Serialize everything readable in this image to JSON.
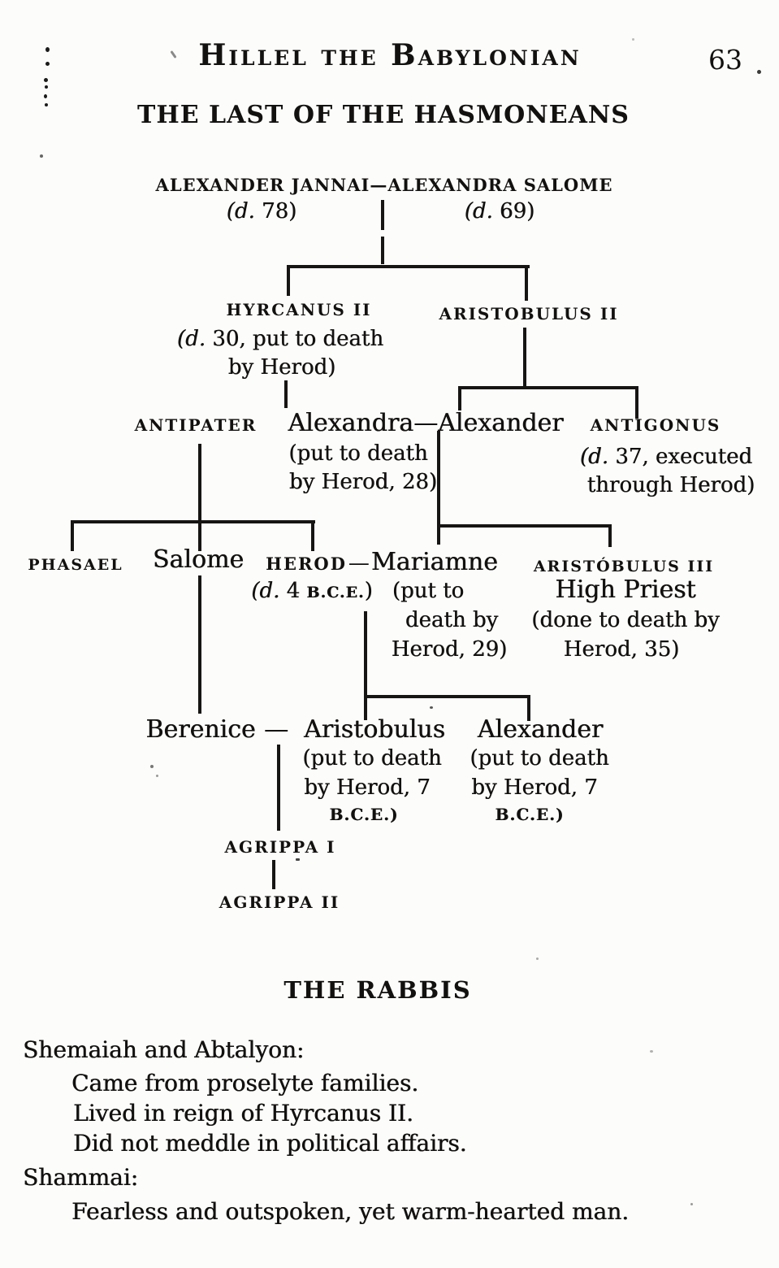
{
  "page": {
    "running_header": "Hillel the Babylonian",
    "page_number": "63"
  },
  "diagram": {
    "title": "THE LAST OF THE HASMONEANS",
    "gen1": {
      "couple": "ALEXANDER JANNAI—ALEXANDRA SALOME",
      "husband_death": {
        "it": "(d.",
        "rest": " 78)"
      },
      "wife_death": {
        "it": "(d.",
        "rest": " 69)"
      }
    },
    "hyrcanus2": {
      "name": "HYRCANUS II",
      "note1": {
        "it": "(d.",
        "rest": " 30, put to death"
      },
      "note2": "by Herod)"
    },
    "aristobulus2": {
      "name": "ARISTOBULUS II"
    },
    "antipater": {
      "name": "ANTIPATER"
    },
    "alexandra_alexander": {
      "couple": "Alexandra—Alexander",
      "note1": "(put to death",
      "note2": "by Herod, 28)"
    },
    "antigonus": {
      "name": "ANTIGONUS",
      "note1": {
        "it": "(d.",
        "rest": " 37, executed"
      },
      "note2": "through Herod)"
    },
    "phasael": {
      "name": "PHASAEL"
    },
    "salome": {
      "name": "Salome"
    },
    "herod": {
      "name": "HEROD",
      "dash": "—",
      "death": {
        "it": "(d.",
        "num": " 4 ",
        "era": "B.C.E.",
        "close": ")"
      }
    },
    "mariamne": {
      "name": "Mariamne",
      "note1": "(put to",
      "note2": "death by",
      "note3": "Herod, 29)"
    },
    "aristobulus3": {
      "name": "ARISTÓBULUS III",
      "title": "High Priest",
      "note1": "(done to death by",
      "note2": "Herod, 35)"
    },
    "berenice": {
      "name": "Berenice",
      "dash": "—"
    },
    "aristobulus_son": {
      "name": "Aristobulus",
      "note1": "(put to death",
      "note2": "by Herod, 7",
      "note3": "B.C.E.)"
    },
    "alexander_son": {
      "name": "Alexander",
      "note1": "(put to death",
      "note2": "by Herod, 7",
      "note3": "B.C.E.)"
    },
    "agrippa1": {
      "name": "AGRIPPA I"
    },
    "agrippa2": {
      "name": "AGRIPPA II"
    }
  },
  "rabbis": {
    "heading": "THE RABBIS",
    "entries": [
      {
        "label": "Shemaiah and Abtalyon:",
        "lines": [
          "Came from proselyte families.",
          "Lived in reign of Hyrcanus II.",
          "Did not meddle in political affairs."
        ]
      },
      {
        "label": "Shammai:",
        "lines": [
          "Fearless and outspoken, yet warm-hearted man."
        ]
      }
    ]
  }
}
